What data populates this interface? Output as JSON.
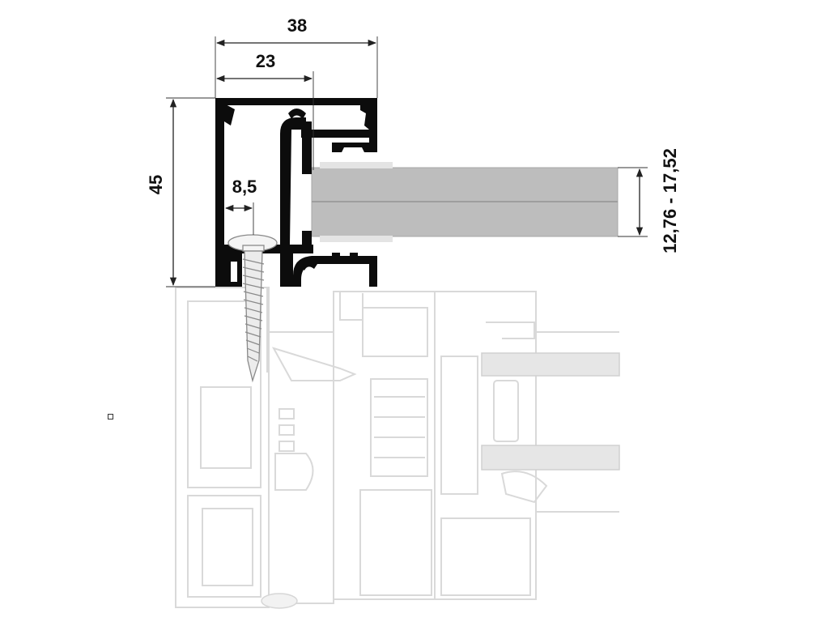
{
  "dimensions": {
    "width_total": "38",
    "width_to_glass": "23",
    "screw_offset": "8,5",
    "height": "45",
    "glass_thickness": "12,76 - 17,52"
  },
  "colors": {
    "profile": "#0c0c0c",
    "glass": "#bdbdbd",
    "glass_line": "#9e9e9e",
    "ghost_lines": "#d9d9d9"
  }
}
